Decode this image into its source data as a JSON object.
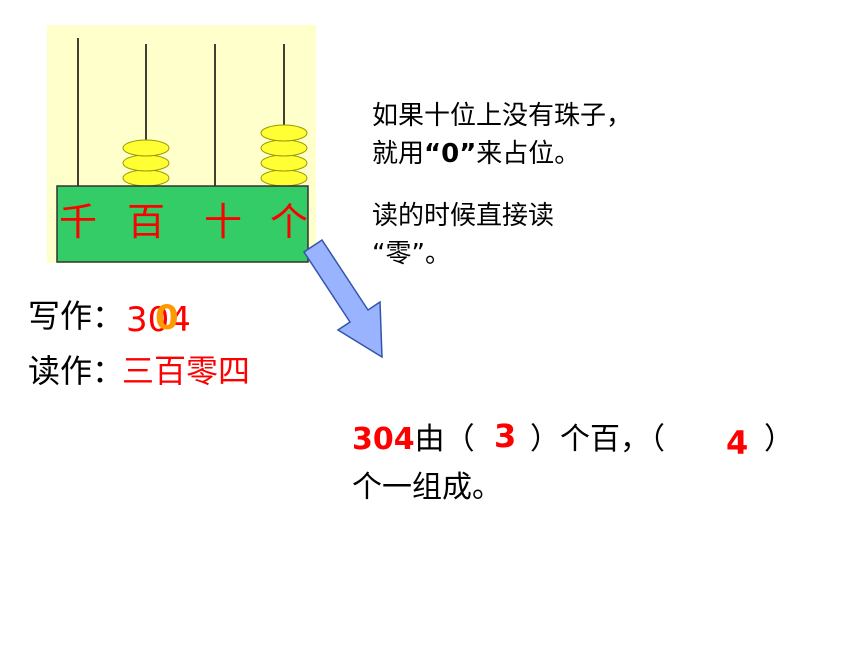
{
  "abacus": {
    "places": [
      "千",
      "百",
      "十",
      "个"
    ],
    "beads": [
      0,
      3,
      0,
      4
    ],
    "colors": {
      "panel": "#ffffcc",
      "frame": "#33cc66",
      "bead": "#ffff33",
      "bead_edge": "#999900",
      "rod": "#000000"
    }
  },
  "note": {
    "line1": "如果十位上没有珠子，",
    "line2_pre": "就用",
    "line2_quote": "“0”",
    "line2_post": "来占位。",
    "line3": "读的时候直接读",
    "line4": "“零”。"
  },
  "write": {
    "label": "写作：",
    "value_a": "30",
    "value_b": "4",
    "overlay_digit": "0"
  },
  "read": {
    "label": "读作：",
    "value": "三百零四"
  },
  "sentence": {
    "number": "304",
    "part1": "由（",
    "answer_hundreds": "3",
    "part2": "）个百，（",
    "answer_ones": "4",
    "part3": "）",
    "line2": "个一组成。"
  },
  "colors": {
    "accent": "#ff0000",
    "arrow_fill": "#99b3ff",
    "arrow_edge": "#3355aa"
  }
}
